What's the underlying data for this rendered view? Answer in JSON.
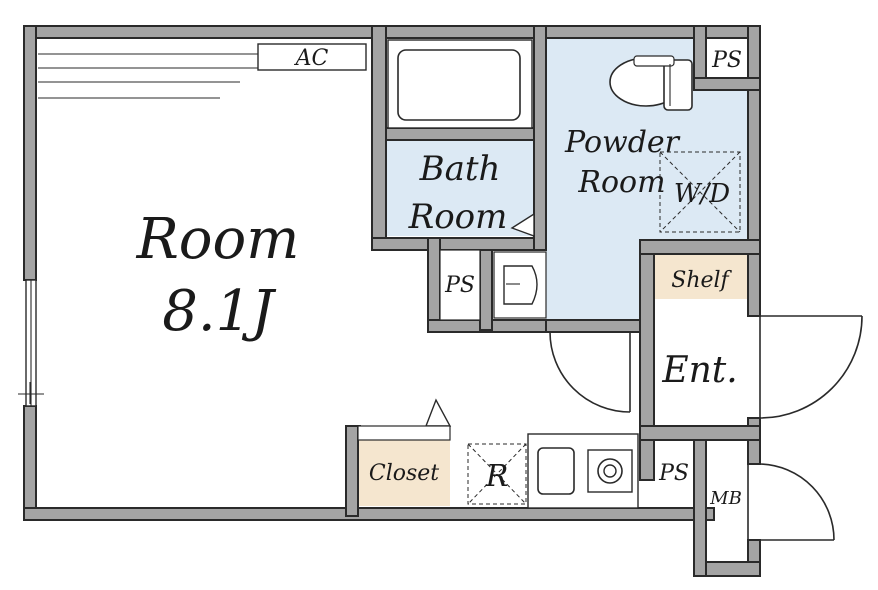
{
  "labels": {
    "room": "Room",
    "room_size": "8.1J",
    "ac": "AC",
    "bath_line1": "Bath",
    "bath_line2": "Room",
    "powder_line1": "Powder",
    "powder_line2": "Room",
    "wd": "W/D",
    "ps_top": "PS",
    "ps_mid": "PS",
    "ps_bottom": "PS",
    "shelf": "Shelf",
    "entrance": "Ent.",
    "closet": "Closet",
    "fridge": "R",
    "mb": "MB"
  },
  "colors": {
    "wall": "#a4a4a4",
    "wet_area": "#dce9f4",
    "storage": "#f5e6cf"
  }
}
